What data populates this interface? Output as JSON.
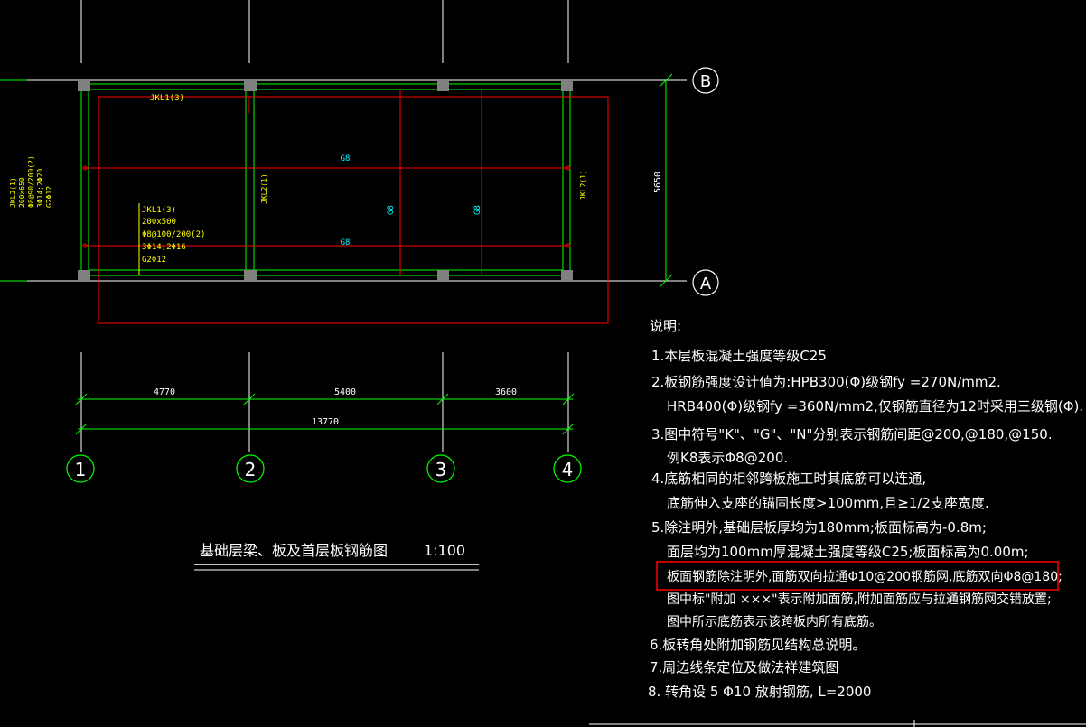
{
  "axes": {
    "rows": [
      {
        "label": "B"
      },
      {
        "label": "A"
      }
    ],
    "columns": [
      {
        "label": "1"
      },
      {
        "label": "2"
      },
      {
        "label": "3"
      },
      {
        "label": "4"
      }
    ]
  },
  "dimensions": {
    "spans": [
      "4770",
      "5400",
      "3600"
    ],
    "total": "13770",
    "vertical": "5650"
  },
  "beam_labels": {
    "top_beam": "JKL1(3)",
    "left_beam": [
      "JKL2(1)",
      "200x650",
      "Φ8@90/200(2)",
      "3Φ14;2Φ20",
      "G2Φ12"
    ],
    "bottom_beam": [
      "JKL1(3)",
      "200x500",
      "Φ8@100/200(2)",
      "3Φ14;2Φ16",
      "G2Φ12"
    ],
    "mid_beam": "JKL2(1)",
    "right_beam": "JKL2(1)"
  },
  "slab_labels": {
    "g8_top": "G8",
    "g8_bottom": "G8",
    "g8_vertical_a": "G8",
    "g8_vertical_b": "G8"
  },
  "title": {
    "name": "基础层梁、板及首层板钢筋图",
    "scale": "1:100"
  },
  "notes": {
    "heading": "说明:",
    "lines": [
      "1.本层板混凝土强度等级C25",
      "2.板钢筋强度设计值为:HPB300(Φ)级钢fy =270N/mm2.",
      "HRB400(Φ)级钢fy =360N/mm2,仅钢筋直径为12时采用三级钢(Φ).",
      "3.图中符号\"K\"、\"G\"、\"N\"分别表示钢筋间距@200,@180,@150.",
      "例K8表示Φ8@200.",
      "4.底筋相同的相邻跨板施工时其底筋可以连通,",
      "底筋伸入支座的锚固长度>100mm,且≥1/2支座宽度.",
      "5.除注明外,基础层板厚均为180mm;板面标高为-0.8m;",
      "面层均为100mm厚混凝土强度等级C25;板面标高为0.00m;",
      "板面钢筋除注明外,面筋双向拉通Φ10@200钢筋网,底筋双向Φ8@180;",
      "图中标\"附加 ×××\"表示附加面筋,附加面筋应与拉通钢筋网交错放置;",
      "图中所示底筋表示该跨板内所有底筋。",
      "6.板转角处附加钢筋见结构总说明。",
      "7.周边线条定位及做法祥建筑图",
      "8. 转角设 5 Φ10 放射钢筋,    L=2000"
    ]
  },
  "colors": {
    "background": "#000000",
    "axis_line": "#ffffff",
    "beam_green": "#00ff00",
    "slab_red": "#ff0000",
    "beam_text": "#ffff00",
    "slab_text": "#00ffff",
    "column_gray": "#808080",
    "highlight_box": "#ff0000"
  }
}
